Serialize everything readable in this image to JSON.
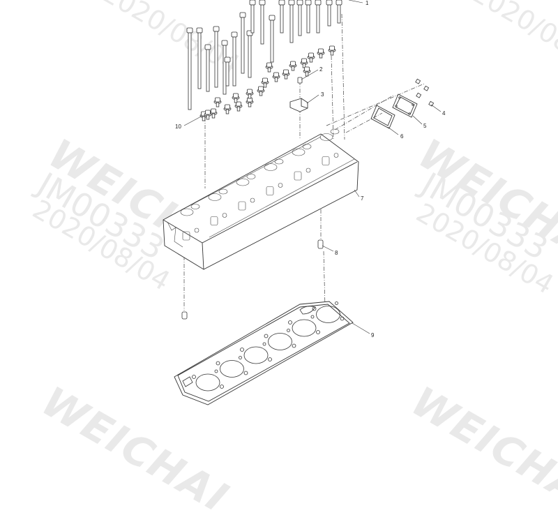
{
  "watermark": {
    "brand": "WEICHAI",
    "code": "JM00333",
    "date": "2020/08/04"
  },
  "callouts": [
    "1",
    "2",
    "3",
    "4",
    "5",
    "6",
    "7",
    "8",
    "9",
    "10"
  ],
  "colors": {
    "line": "#333333",
    "watermark": "#e9e9e9",
    "background": "#ffffff"
  }
}
